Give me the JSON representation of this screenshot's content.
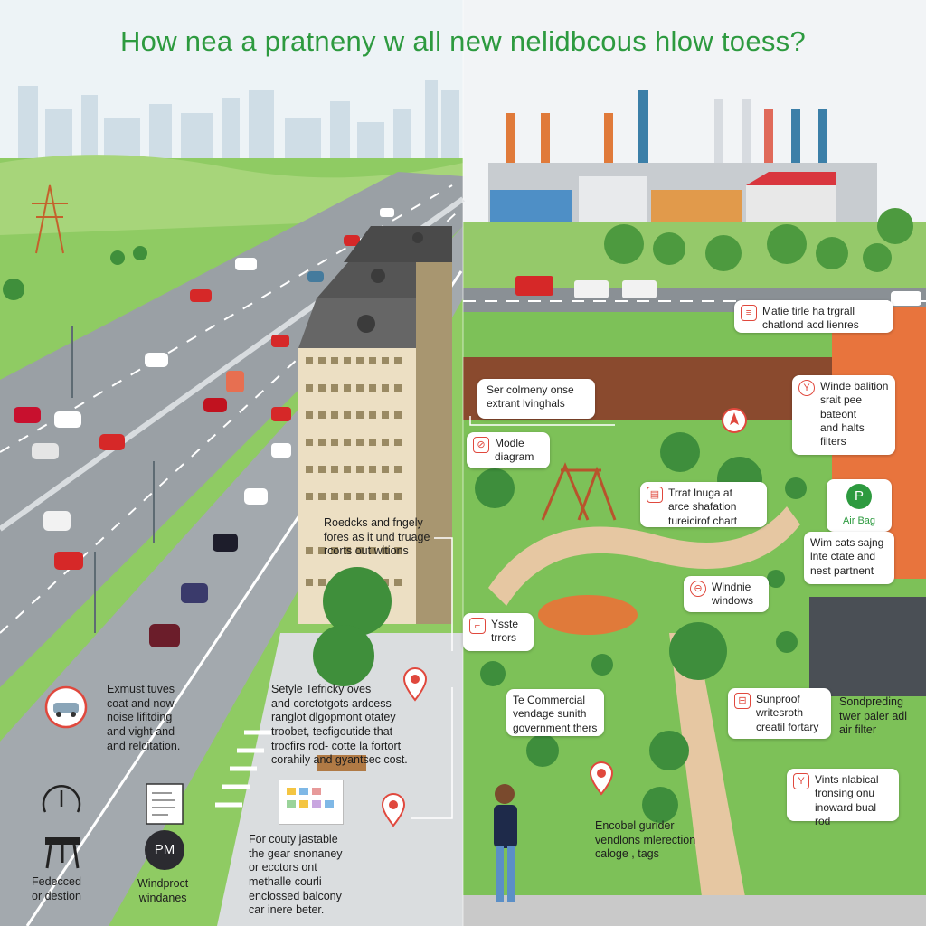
{
  "title": "How nea a pratneny w all new nelidbcous hlow toess?",
  "colors": {
    "title_green": "#2d9a3f",
    "accent_red": "#e0483d",
    "grass": "#7cc259",
    "road": "#8d9296",
    "building": "#e9dcc0"
  },
  "left": {
    "window_note": "Roedcks and fngely\nfores as it und truage\nrcorts out witions",
    "exhaust_note": "Exmust tuves\ncoat and now\nnoise lifitding\nand vight and\nand relcitation.",
    "setyle_note": "Setyle Tefricky oves\nand corctotgots ardcess\nranglot dlgopmont otatey\ntroobet, tecfigoutide that\ntrocfirs rod- cotte la fortort\ncorahily and gyantsec cost.",
    "balcony_note": "For couty jastable\nthe gear snonaney\nor ecctors ont\nmethalle courli\nenclossed balcony\ncar inere beter.",
    "icon_label_1": "Fedecced\nor destion",
    "icon_label_2": "Windproct\nwindanes",
    "icon_text_pm": "PM"
  },
  "right": {
    "callout_top": "Matie tirle ha trgrall\nchatlond acd lienres",
    "callout_ser": "Ser colrneny onse\nextrant lvinghals",
    "callout_module": "Modle\ndiagram",
    "callout_treat": "Trrat lnuga at\narce shafation\ntureicirof chart",
    "callout_winde": "Winde balition\nsrait pee bateont\nand halts\nfilters",
    "callout_airbag": "Air Bag",
    "callout_wim": "Wim cats sajng\nlnte ctate and\nnest partnent",
    "callout_windmie": "Windnie\nwindows",
    "callout_ysste": "Ysste\ntrrors",
    "callout_commercial": "Te Commercial\nvendage sunith\ngovernment thers",
    "callout_sunproof": "Sunproof\nwritesroth\ncreatil fortary",
    "sondpreding": "Sondpreding\ntwer paler adl\nair filter",
    "callout_vints": "Vints nlabical\ntronsing onu\ninoward bual rod",
    "encobel": "Encobel gurider\nvendlons mlerection\ncaloge , tags"
  }
}
